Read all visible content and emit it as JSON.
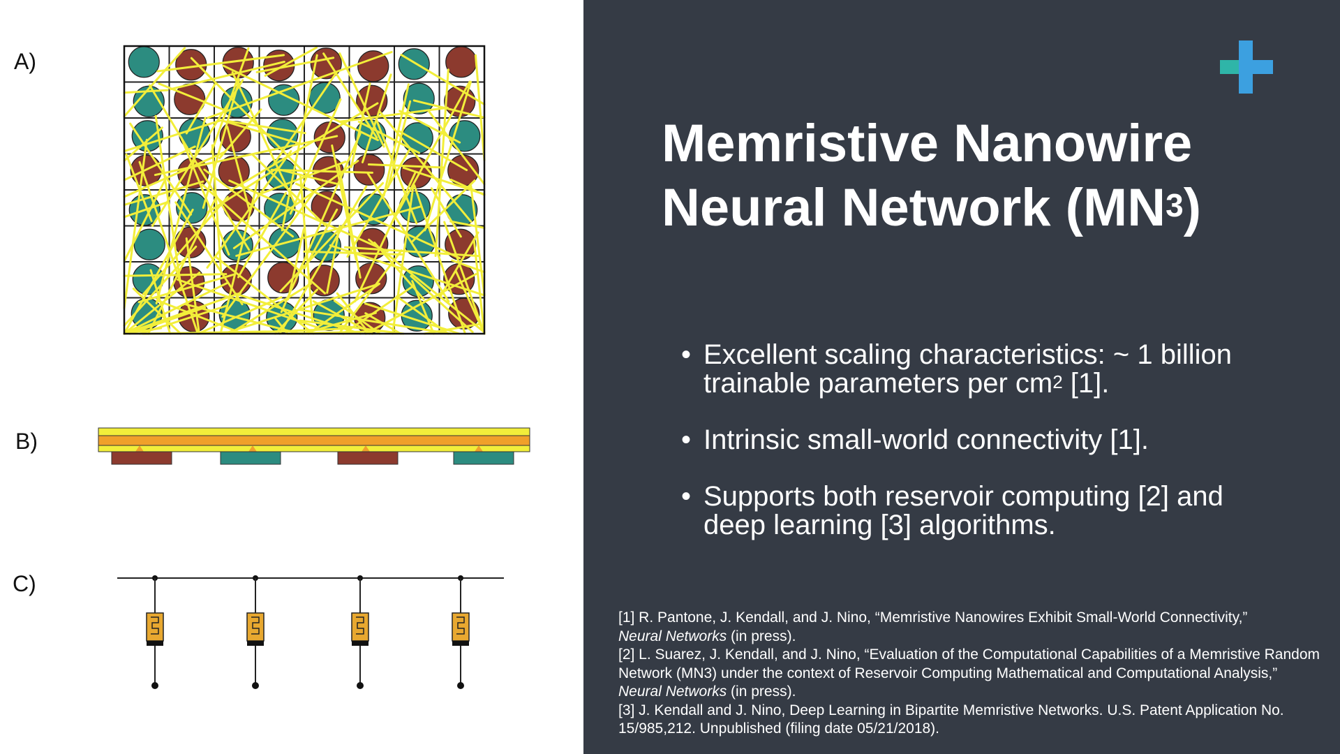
{
  "panel_labels": {
    "a": "A)",
    "b": "B)",
    "c": "C)"
  },
  "colors": {
    "background_right": "#353b45",
    "wire_yellow": "#f2ee3a",
    "electrode_red": "#8c3a2e",
    "electrode_teal": "#2c8c80",
    "orange_layer": "#f0a02a",
    "memristor_gold": "#e8a830",
    "logo_blue": "#3ca0e0",
    "logo_teal": "#2fb5a8"
  },
  "logo": {
    "icon": "plus-logo-icon"
  },
  "title": {
    "line1": "Memristive Nanowire",
    "line2": "Neural Network (MN",
    "sup": "3",
    "close": ")"
  },
  "bullets": [
    {
      "dot": "•",
      "text_a": "Excellent scaling characteristics: ~ 1 billion",
      "text_b": "trainable parameters per cm",
      "sup": "2",
      "text_c": " [1]."
    },
    {
      "dot": "•",
      "text": "Intrinsic small-world connectivity [1]."
    },
    {
      "dot": "•",
      "text_a": "Supports both reservoir computing [2] and",
      "text_b": "deep learning [3] algorithms."
    }
  ],
  "references": [
    {
      "pre": "[1] R. Pantone, J. Kendall, and J. Nino, “Memristive Nanowires Exhibit Small-World    Connectivity,”",
      "journal": "Neural Networks",
      "post": " (in press)."
    },
    {
      "pre": "[2] L. Suarez, J. Kendall, and J. Nino, “Evaluation of the Computational Capabilities of a Memristive Random Network (MN3) under the context of Reservoir Computing Mathematical and Computational Analysis,”",
      "journal": "Neural Networks",
      "post": " (in press)."
    },
    {
      "pre": "[3] J. Kendall and J. Nino, Deep Learning in Bipartite Memristive Networks. U.S. Patent Application No. 15/985,212. Unpublished (filing date 05/21/2018).",
      "journal": "",
      "post": ""
    }
  ]
}
